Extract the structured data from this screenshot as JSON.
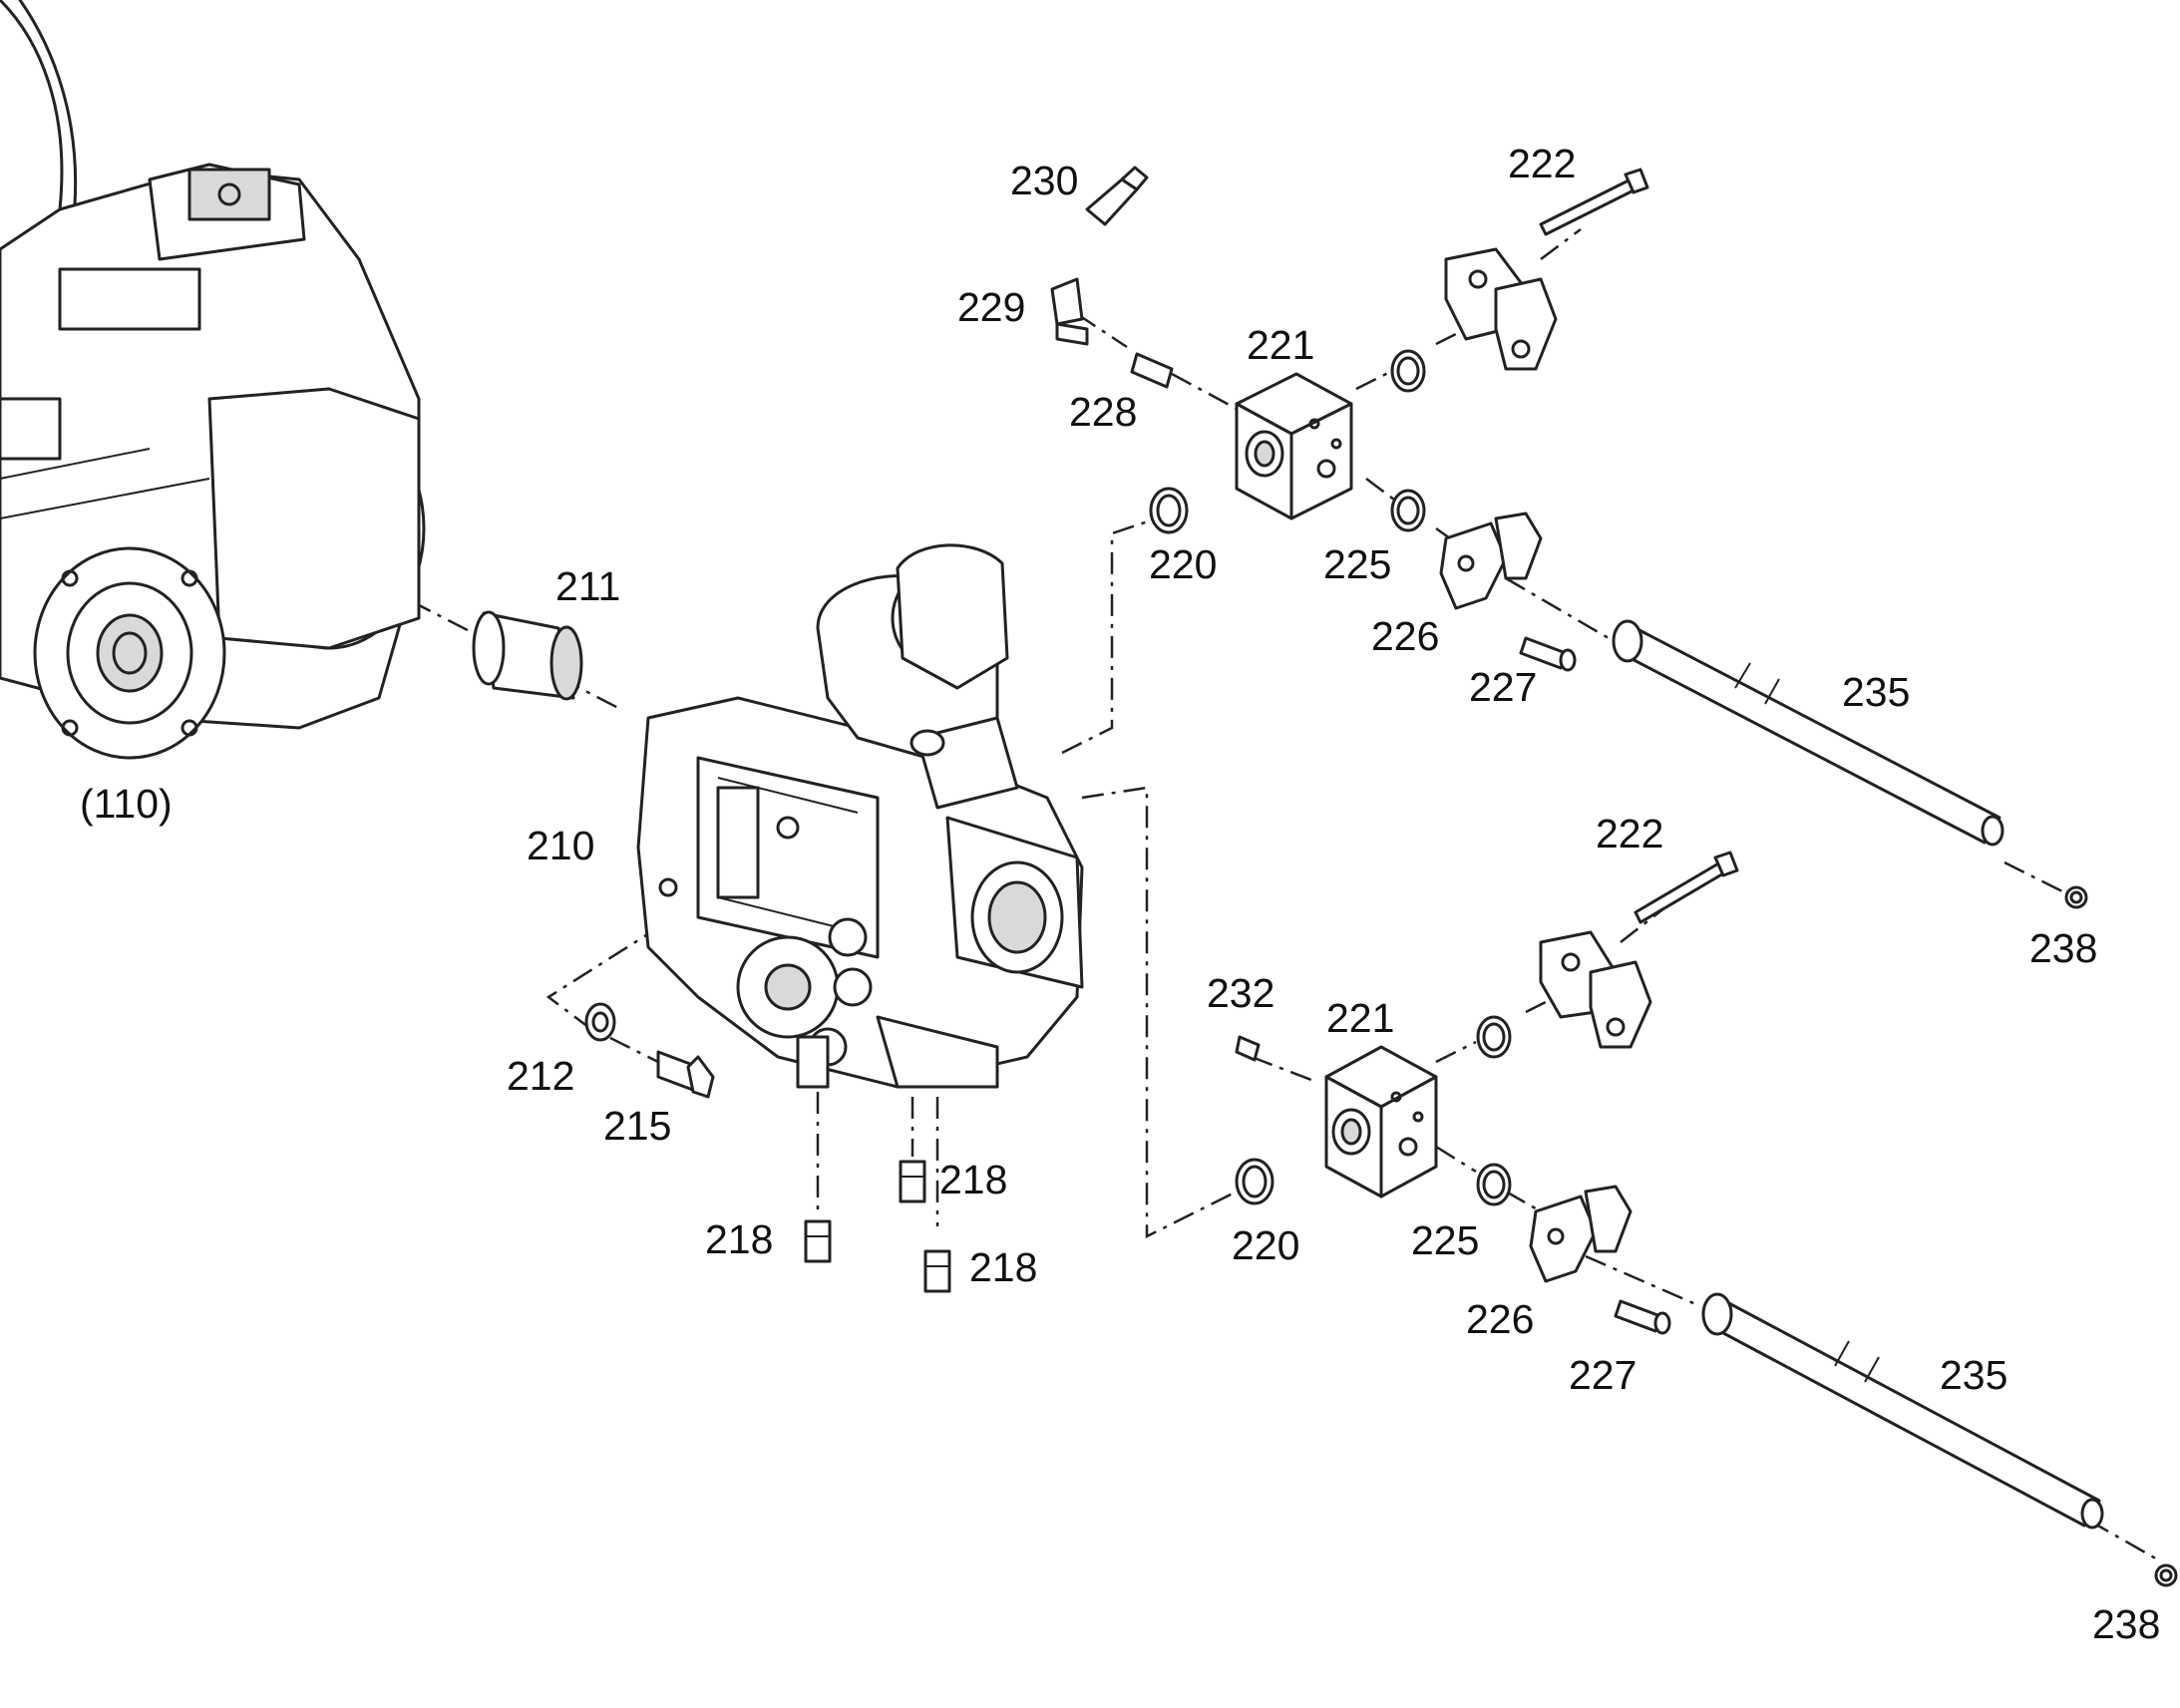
{
  "diagram": {
    "type": "exploded-parts-view",
    "labels": {
      "l110": "(110)",
      "l210": "210",
      "l211": "211",
      "l212": "212",
      "l215": "215",
      "l218a": "218",
      "l218b": "218",
      "l218c": "218",
      "l220a": "220",
      "l220b": "220",
      "l221a": "221",
      "l221b": "221",
      "l222a": "222",
      "l222b": "222",
      "l225a": "225",
      "l225b": "225",
      "l226a": "226",
      "l226b": "226",
      "l227a": "227",
      "l227b": "227",
      "l228": "228",
      "l229": "229",
      "l230": "230",
      "l232": "232",
      "l235a": "235",
      "l235b": "235",
      "l238a": "238",
      "l238b": "238"
    }
  }
}
